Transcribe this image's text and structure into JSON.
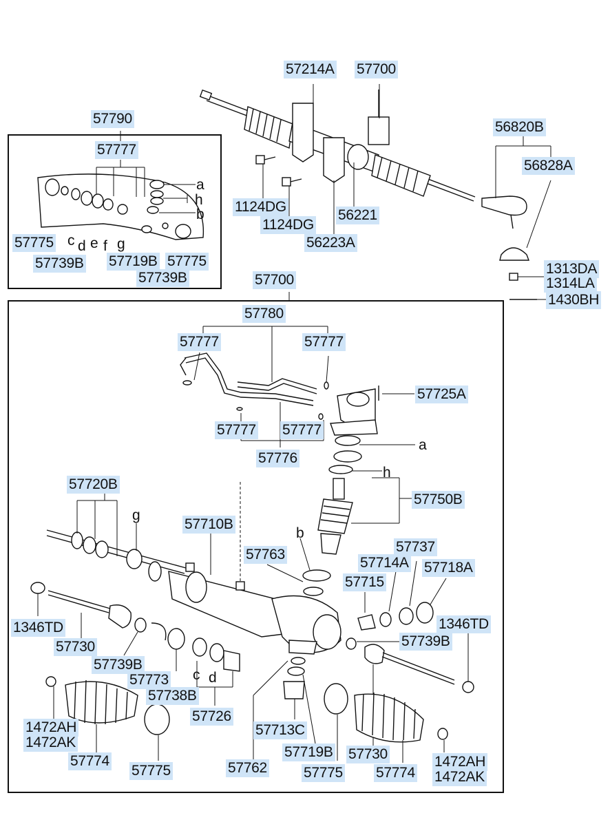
{
  "labels": {
    "l57214A": "57214A",
    "l57700top": "57700",
    "l57790": "57790",
    "l57777box": "57777",
    "l56820B": "56820B",
    "l56828A": "56828A",
    "la1": "a",
    "lh1": "h",
    "lb1": "b",
    "l1124DG1": "1124DG",
    "l1124DG2": "1124DG",
    "l56221": "56221",
    "l56223A": "56223A",
    "l57775a": "57775",
    "lc1": "c",
    "ld1": "d",
    "le1": "e",
    "lf1": "f",
    "lg1": "g",
    "l57739Ba": "57739B",
    "l57719Ba": "57719B",
    "l57775b": "57775",
    "l57739Bb": "57739B",
    "l1313DA": "1313DA",
    "l1314LA": "1314LA",
    "l1430BH": "1430BH",
    "l57700main": "57700",
    "l57780": "57780",
    "l57777a": "57777",
    "l57777b": "57777",
    "l57725A": "57725A",
    "l57777c": "57777",
    "l57777d": "57777",
    "la2": "a",
    "l57776": "57776",
    "lh2": "h",
    "l57720B": "57720B",
    "l57750B": "57750B",
    "lg2": "g",
    "l57710B": "57710B",
    "lb2": "b",
    "l57763": "57763",
    "l57737": "57737",
    "l57714A": "57714A",
    "l57718A": "57718A",
    "l57715": "57715",
    "l1346TDa": "1346TD",
    "l1346TDb": "1346TD",
    "l57739Bc": "57739B",
    "l57730a": "57730",
    "l57739Bd": "57739B",
    "l57773": "57773",
    "lc2": "c",
    "ld2": "d",
    "l57738B": "57738B",
    "l57726": "57726",
    "l1472AHa": "1472AH",
    "l1472AKa": "1472AK",
    "l57774a": "57774",
    "l57775c": "57775",
    "l57762": "57762",
    "l57713C": "57713C",
    "l57719Bb": "57719B",
    "l57775d": "57775",
    "l57730b": "57730",
    "l57774b": "57774",
    "l1472AHb": "1472AH",
    "l1472AKb": "1472AK"
  },
  "colors": {
    "label_highlight": "#cfe4f7",
    "line": "#111111"
  }
}
